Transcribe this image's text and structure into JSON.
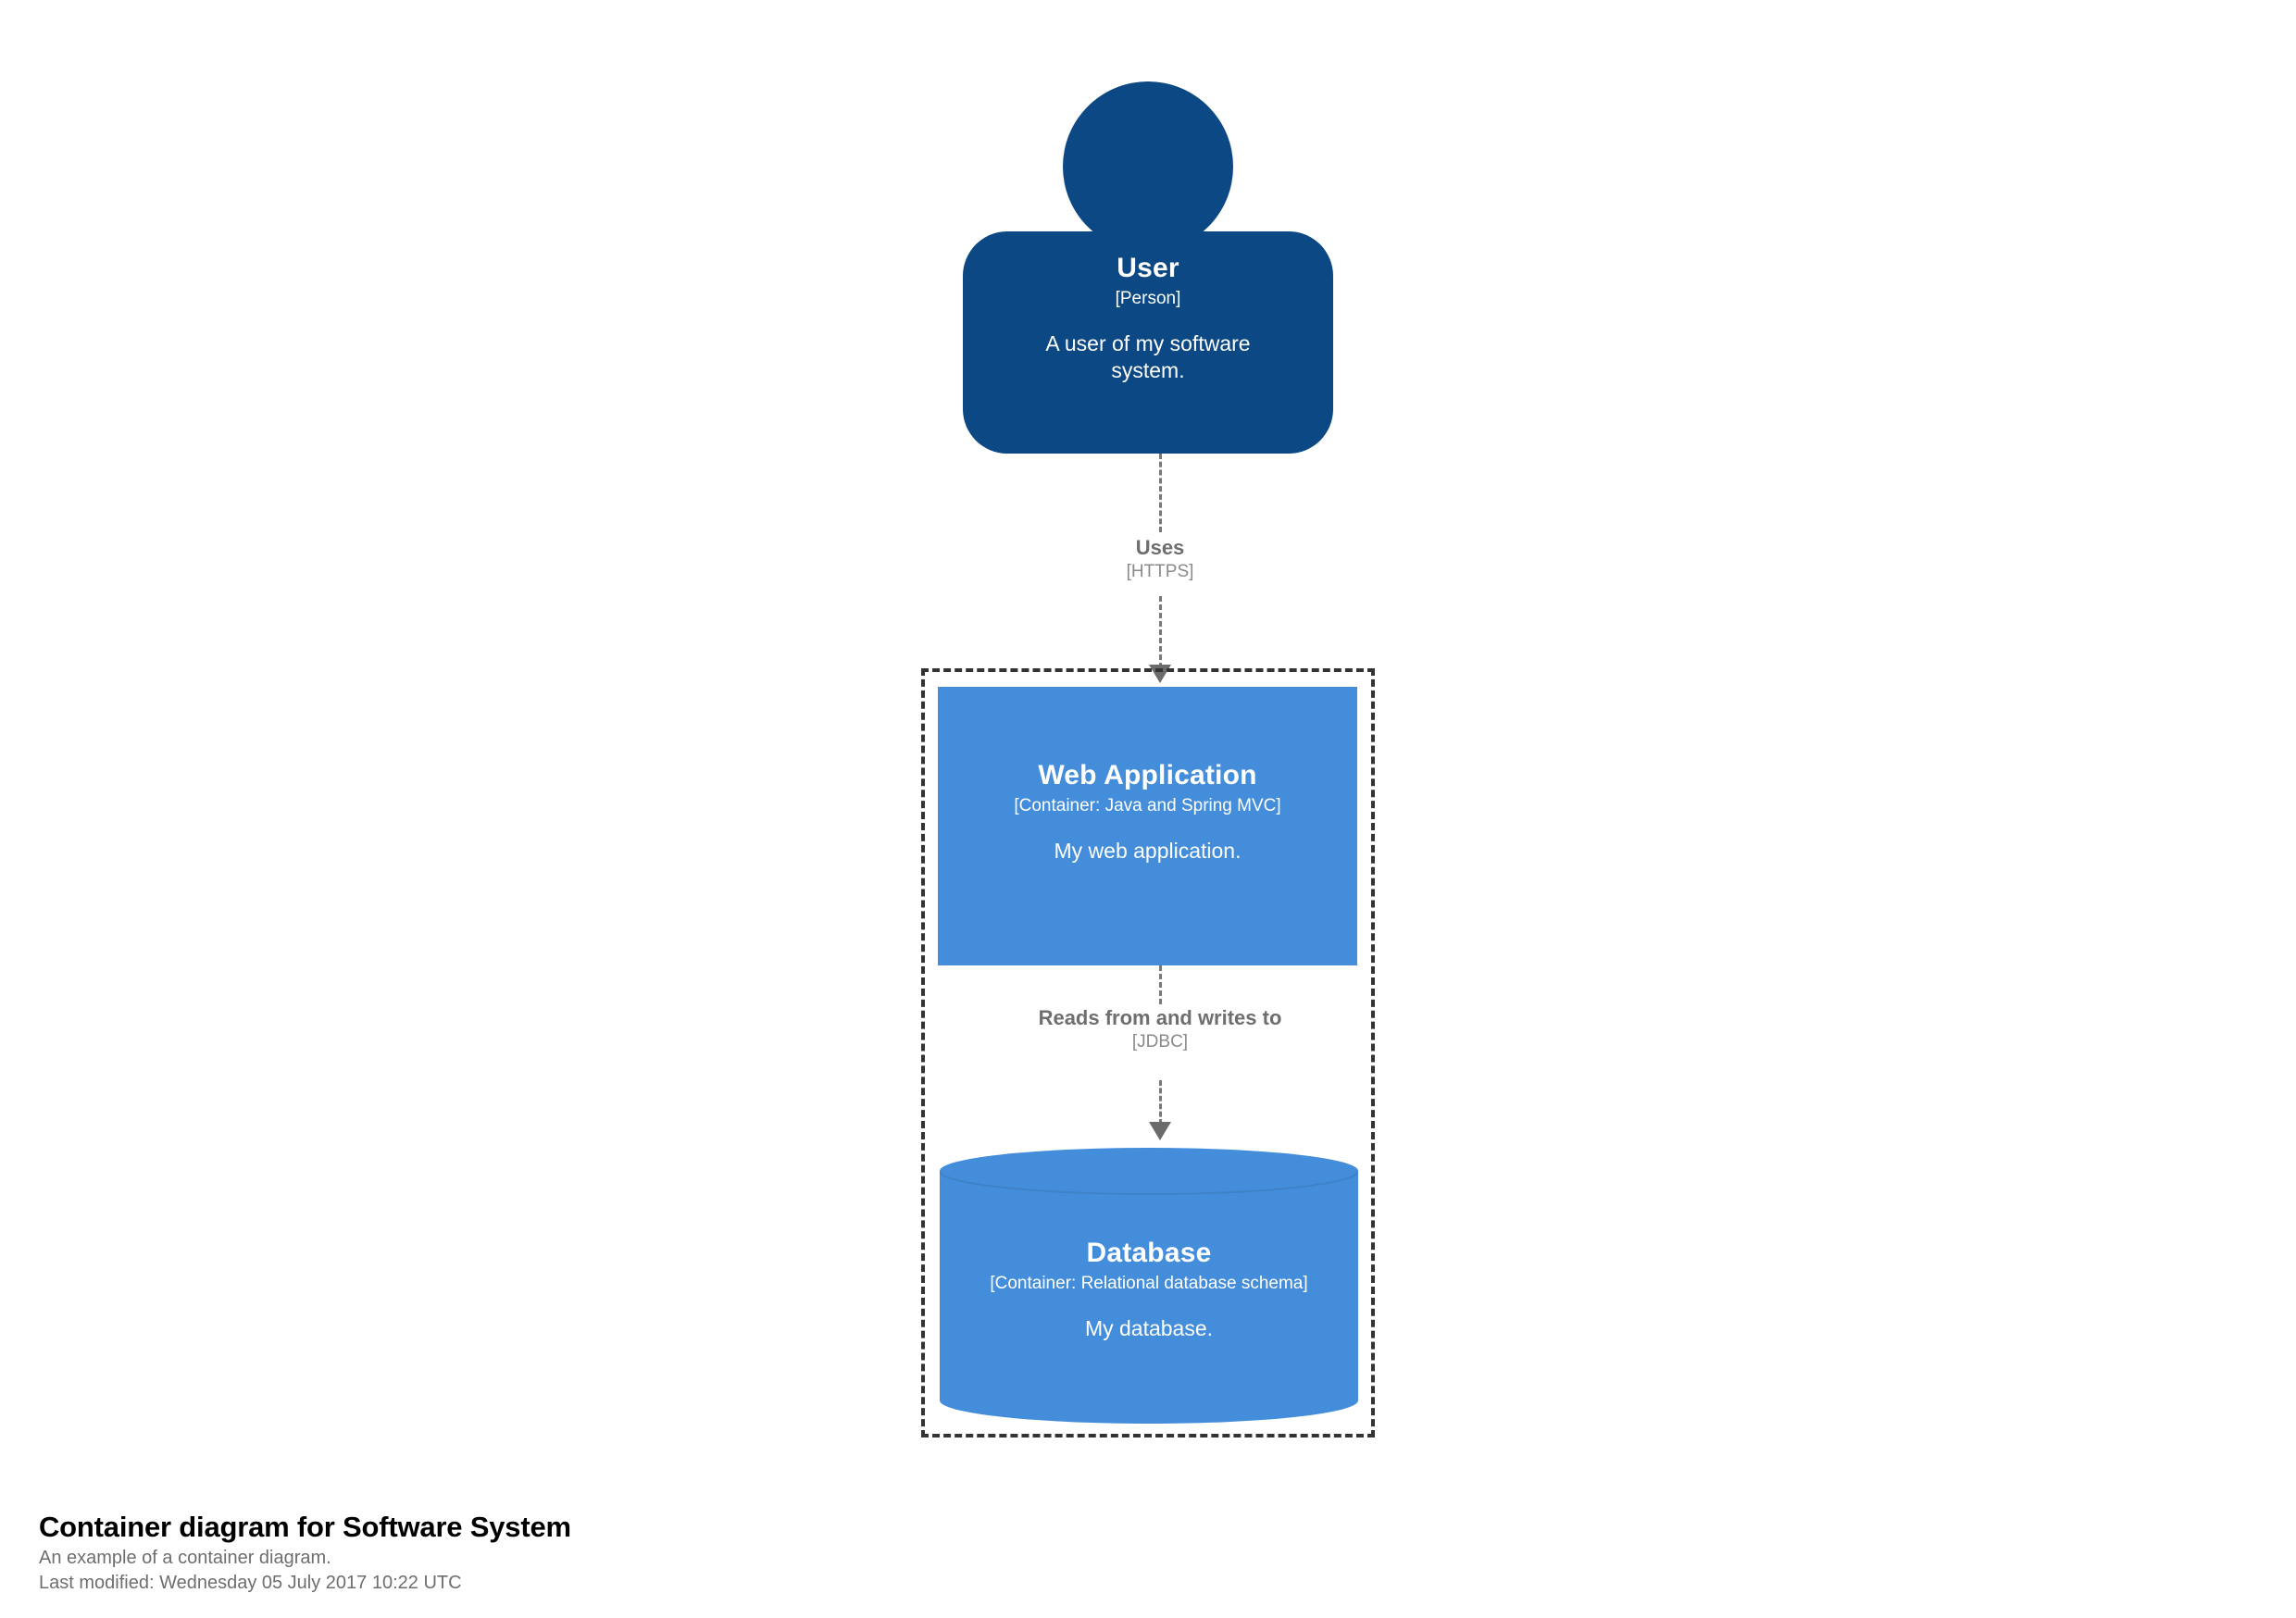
{
  "diagram": {
    "kind": "c4-container-diagram",
    "colors": {
      "person_fill": "#0B4884",
      "container_fill": "#438DDB",
      "boundary_stroke": "#333333",
      "relationship_stroke": "#787878",
      "relationship_label": "#6E6E6E",
      "element_text": "#FFFFFF"
    },
    "elements": {
      "person": {
        "name": "User",
        "tech": "[Person]",
        "description": "A user of my software system."
      },
      "web_application": {
        "name": "Web Application",
        "tech": "[Container: Java and Spring MVC]",
        "description": "My web application."
      },
      "database": {
        "name": "Database",
        "tech": "[Container: Relational database schema]",
        "description": "My database."
      }
    },
    "relationships": [
      {
        "id": "uses",
        "source": "User",
        "destination": "Web Application",
        "description": "Uses",
        "technology": "[HTTPS]"
      },
      {
        "id": "reads-writes",
        "source": "Web Application",
        "destination": "Database",
        "description": "Reads from and writes to",
        "technology": "[JDBC]"
      }
    ],
    "boundary": {
      "label": ""
    }
  },
  "footer": {
    "title": "Container diagram for Software System",
    "subtitle": "An example of a container diagram.",
    "last_modified": "Last modified: Wednesday 05 July 2017 10:22 UTC"
  }
}
